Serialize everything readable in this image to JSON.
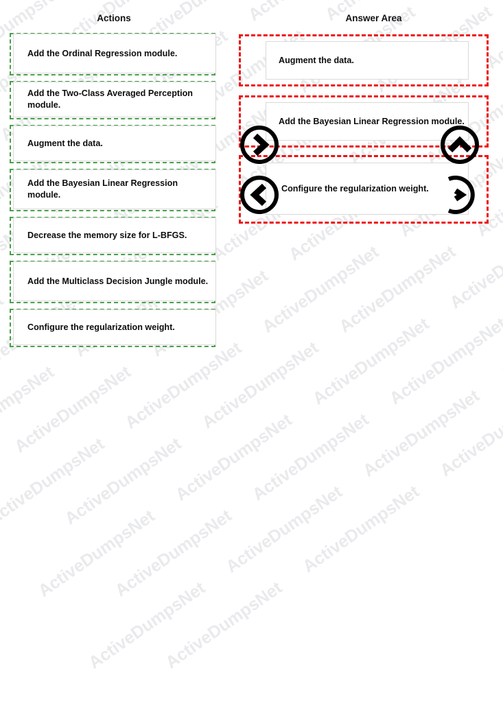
{
  "watermark": {
    "text": "ActiveDumpsNet",
    "color": "#e9eaec",
    "repeat_rows": 16,
    "repeat_per_row": 6
  },
  "colors": {
    "action_border": "#46a046",
    "answer_border": "#ee1111",
    "inner_border": "#d9d9d9",
    "text": "#0d0d0d",
    "background": "#ffffff"
  },
  "actions": {
    "heading": "Actions",
    "items": [
      {
        "label": "Add the Ordinal Regression module."
      },
      {
        "label": "Add the Two-Class Averaged Perception module."
      },
      {
        "label": "Augment the data."
      },
      {
        "label": "Add the Bayesian Linear Regression  module."
      },
      {
        "label": "Decrease the memory size for L-BFGS."
      },
      {
        "label": "Add the Multiclass Decision Jungle module."
      },
      {
        "label": "Configure the regularization weight."
      }
    ]
  },
  "answer_area": {
    "heading": "Answer Area",
    "slots": [
      {
        "label": "Augment the data."
      },
      {
        "label": "Add the Bayesian Linear Regression  module."
      },
      {
        "label": "Configure the regularization weight."
      }
    ]
  },
  "controls": [
    {
      "name": "next-chevron-circle",
      "glyph": "›"
    },
    {
      "name": "up-chevron-circle",
      "glyph": "⌃"
    },
    {
      "name": "prev-chevron-circle",
      "glyph": "‹"
    },
    {
      "name": "more-chevron-circle",
      "glyph": "›"
    }
  ]
}
